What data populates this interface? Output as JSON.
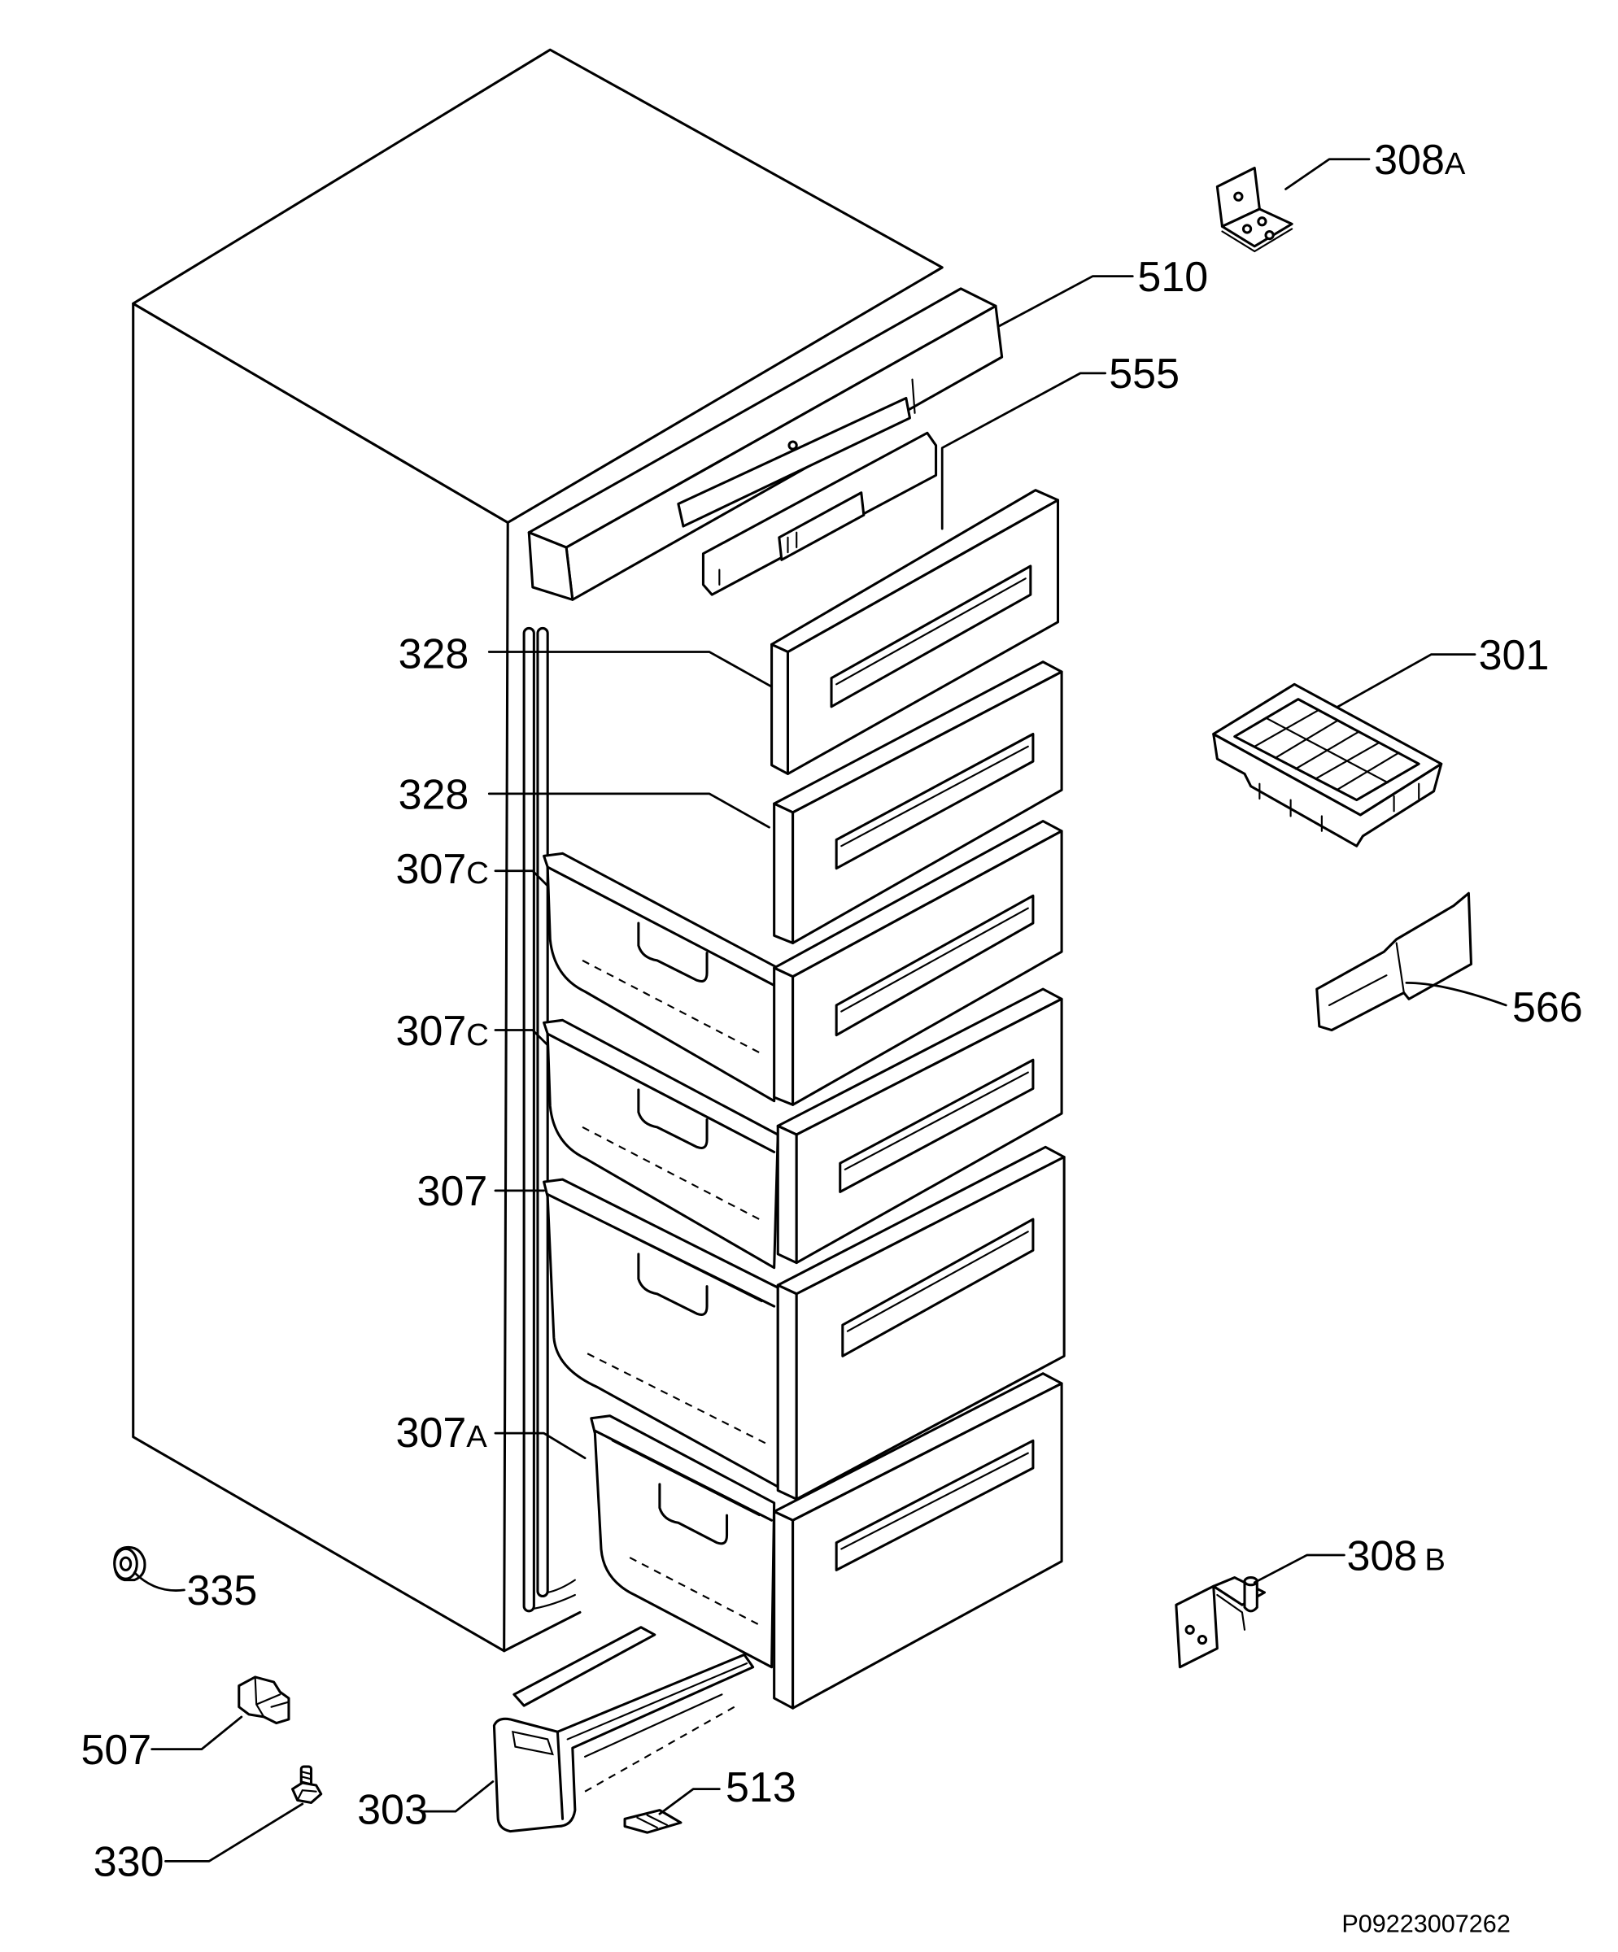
{
  "drawing_number": "P09223007262",
  "callouts": [
    {
      "num": "308",
      "suffix": "A"
    },
    {
      "num": "510"
    },
    {
      "num": "555"
    },
    {
      "num": "301"
    },
    {
      "num": "328"
    },
    {
      "num": "328"
    },
    {
      "num": "307",
      "suffix": "C"
    },
    {
      "num": "307",
      "suffix": "C"
    },
    {
      "num": "307"
    },
    {
      "num": "307",
      "suffix": "A"
    },
    {
      "num": "566"
    },
    {
      "num": "308",
      "suffix": "B"
    },
    {
      "num": "335"
    },
    {
      "num": "507"
    },
    {
      "num": "303"
    },
    {
      "num": "513"
    },
    {
      "num": "330"
    }
  ],
  "colors": {
    "line": "#000000",
    "background": "#ffffff"
  }
}
